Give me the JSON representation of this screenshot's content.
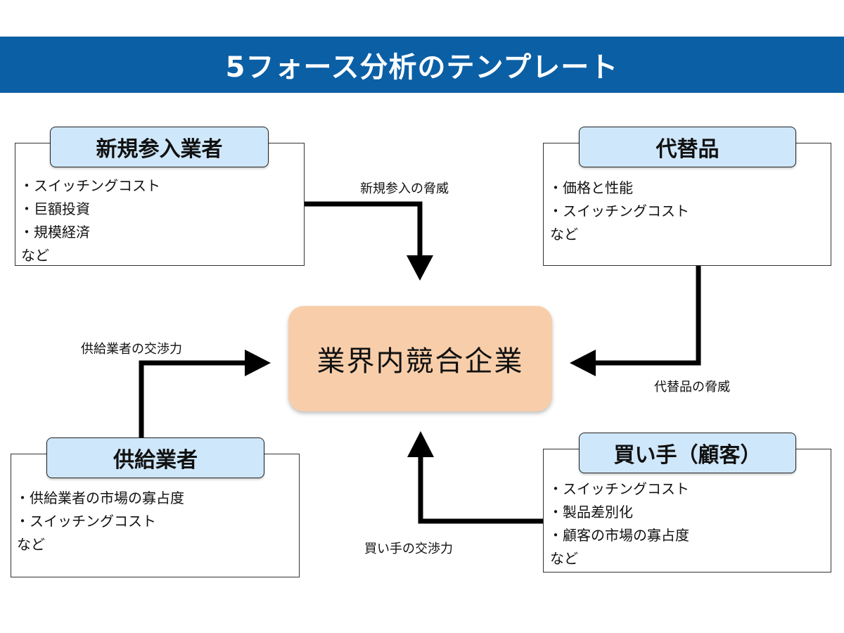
{
  "title": "5フォース分析のテンプレート",
  "center": {
    "label": "業界内競合企業"
  },
  "forces": {
    "new_entrants": {
      "title": "新規参入業者",
      "items": [
        "・スイッチングコスト",
        "・巨額投資",
        "・規模経済"
      ],
      "etc": "など"
    },
    "substitutes": {
      "title": "代替品",
      "items": [
        "・価格と性能",
        "・スイッチングコスト"
      ],
      "etc": "など"
    },
    "suppliers": {
      "title": "供給業者",
      "items": [
        "・供給業者の市場の寡占度",
        "・スイッチングコスト"
      ],
      "etc": "など"
    },
    "buyers": {
      "title": "買い手（顧客）",
      "items": [
        "・スイッチングコスト",
        "・製品差別化",
        "・顧客の市場の寡占度"
      ],
      "etc": "など"
    }
  },
  "flows": {
    "new_entrants": "新規参入の脅威",
    "substitutes": "代替品の脅威",
    "suppliers": "供給業者の交渉力",
    "buyers": "買い手の交渉力"
  },
  "colors": {
    "banner": "#0b5fa5",
    "tab": "#cfe7fa",
    "center": "#f8ceaa",
    "arrow": "#000000"
  }
}
